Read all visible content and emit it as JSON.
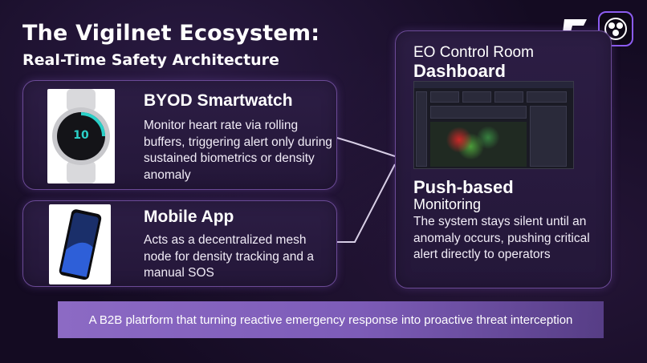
{
  "header": {
    "title": "The Vigilnet Ecosystem:",
    "subtitle": "Real-Time Safety Architecture"
  },
  "watch_card": {
    "title": "BYOD Smartwatch",
    "description": "Monitor heart rate via rolling buffers, triggering alert only during sustained biometrics or density anomaly",
    "watch_face_digits": "10"
  },
  "mobile_card": {
    "title": "Mobile App",
    "description": "Acts as a decentralized mesh node for density tracking and a manual SOS"
  },
  "dashboard_card": {
    "label": "EO Control Room",
    "title": "Dashboard",
    "push_title": "Push-based",
    "push_subtitle": "Monitoring",
    "push_description": "The system stays silent until an anomaly occurs, pushing critical alert directly to operators"
  },
  "banner": {
    "text": "A B2B platrform that turning reactive emergency response into proactive threat interception"
  },
  "icons": {
    "brand_logo": "g-logo-icon",
    "app_logo": "app-logo-icon",
    "watch_image": "smartwatch-icon",
    "phone_image": "smartphone-icon"
  },
  "colors": {
    "background": "#140b22",
    "card_border": "#6b4a96",
    "banner": "#8c6ac4",
    "accent": "#8c5cf0"
  }
}
